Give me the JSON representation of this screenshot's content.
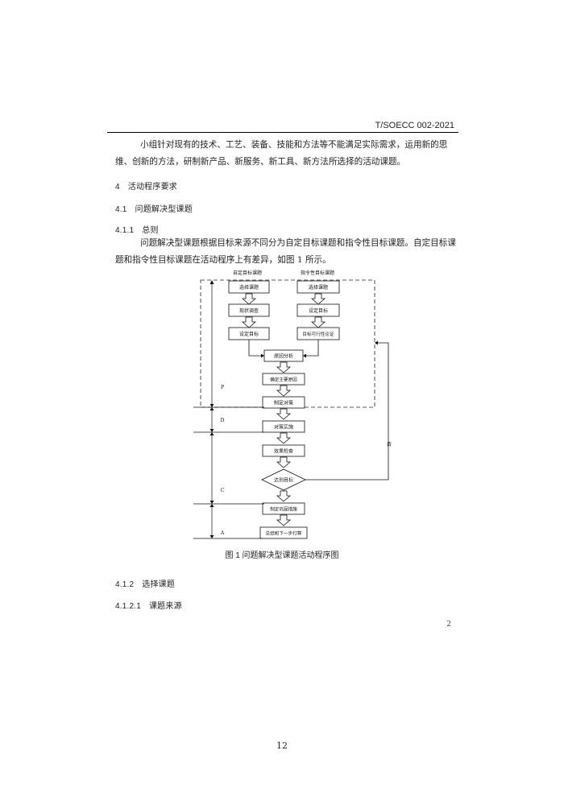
{
  "header": {
    "doc_id": "T/SOECC 002-2021"
  },
  "intro_paragraph": "小组针对现有的技术、工艺、装备、技能和方法等不能满足实际需求，运用新的思维、创新的方法，研制新产品、新服务、新工具、新方法所选择的活动课题。",
  "sections": [
    {
      "num": "4",
      "title": "活动程序要求"
    },
    {
      "num": "4.1",
      "title": "问题解决型课题"
    },
    {
      "num": "4.1.1",
      "title": "总则"
    }
  ],
  "body_paragraph": "问题解决型课题根据目标来源不同分为自定目标课题和指令性目标课题。自定目标课题和指令性目标课题在活动程序上有差异，如图 1 所示。",
  "flowchart": {
    "col_left_title": "自定目标课题",
    "col_right_title": "指令性目标课题",
    "left_boxes": [
      "选择课题",
      "现状调查",
      "设定目标"
    ],
    "right_boxes": [
      "选择课题",
      "设定目标",
      "目标可行性论证"
    ],
    "center_boxes": [
      "原因分析",
      "确定主要原因",
      "制定对策",
      "对策实施",
      "效果检查"
    ],
    "decision": "达到目标",
    "after_boxes": [
      "制定巩固措施",
      "总结和下一步打算"
    ],
    "no_label": "否",
    "phase_labels": [
      "P",
      "D",
      "C",
      "A"
    ]
  },
  "figure_caption": "图 1  问题解决型课题活动程序图",
  "sections_after": [
    {
      "num": "4.1.2",
      "title": "选择课题"
    },
    {
      "num": "4.1.2.1",
      "title": "课题来源"
    }
  ],
  "inner_page_number": "2",
  "page_number": "12"
}
